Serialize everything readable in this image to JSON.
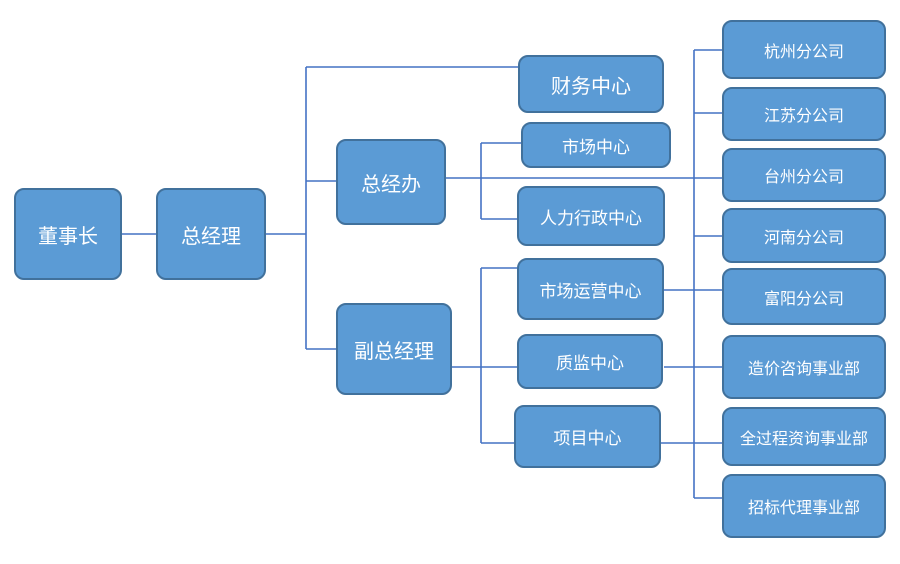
{
  "org": {
    "chairman": "董事长",
    "gm": "总经理",
    "gm_office": "总经办",
    "vgm": "副总经理",
    "finance": "财务中心",
    "market": "市场中心",
    "hr": "人力行政中心",
    "market_ops": "市场运营中心",
    "quality": "质监中心",
    "project": "项目中心",
    "branches": [
      "杭州分公司",
      "江苏分公司",
      "台州分公司",
      "河南分公司",
      "富阳分公司"
    ],
    "divisions": [
      "造价咨询事业部",
      "全过程资询事业部",
      "招标代理事业部"
    ]
  },
  "colors": {
    "node_fill": "#5b9bd5",
    "node_border": "#41719c",
    "line": "#4472c4"
  }
}
